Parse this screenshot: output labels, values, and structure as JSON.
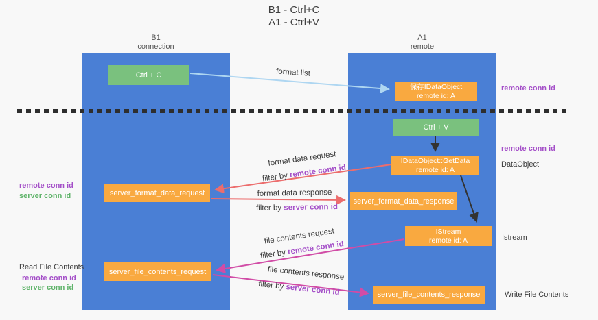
{
  "title": {
    "line1": "B1 - Ctrl+C",
    "line2": "A1 - Ctrl+V"
  },
  "columns": {
    "left": {
      "name": "B1",
      "role": "connection"
    },
    "right": {
      "name": "A1",
      "role": "remote"
    }
  },
  "nodes": {
    "ctrl_c": {
      "label": "Ctrl + C"
    },
    "ctrl_v": {
      "label": "Ctrl + V"
    },
    "save_idataobject": {
      "line1": "保存IDataObject",
      "line2": "remote id: A"
    },
    "getdata": {
      "line1": "IDataObject::GetData",
      "line2": "remote id: A"
    },
    "istream": {
      "line1": "IStream",
      "line2": "remote id: A"
    },
    "format_request": {
      "label": "server_format_data_request"
    },
    "format_response": {
      "label": "server_format_data_response"
    },
    "file_request": {
      "label": "server_file_contents_request"
    },
    "file_response": {
      "label": "server_file_contents_response"
    }
  },
  "arrows": {
    "format_list": {
      "label": "format list"
    },
    "format_data_request": {
      "label": "format data request",
      "filter_prefix": "filter by ",
      "filter_value": "remote conn id"
    },
    "format_data_response": {
      "label": "format data response",
      "filter_prefix": "filter by ",
      "filter_value": "server conn id"
    },
    "file_contents_request": {
      "label": "file contents request",
      "filter_prefix": "filter by ",
      "filter_value": "remote conn id"
    },
    "file_contents_response": {
      "label": "file contents response",
      "filter_prefix": "filter by ",
      "filter_value": "server conn id"
    }
  },
  "side_labels": {
    "remote_conn_id_top": "remote conn id",
    "remote_conn_id_mid": "remote conn id",
    "dataobject": "DataObject",
    "istream": "Istream",
    "write_file_contents": "Write File Contents",
    "read_file_contents": "Read File Contents",
    "format_remote_conn_id": "remote conn id",
    "format_server_conn_id": "server conn id",
    "file_remote_conn_id": "remote conn id",
    "file_server_conn_id": "server conn id"
  },
  "colors": {
    "background": "#f8f8f8",
    "lifeline_blue": "#4a7fd5",
    "node_green": "#7ac17e",
    "node_orange": "#f9a940",
    "arrow_light_blue": "#aed6f1",
    "arrow_red": "#ec6d6d",
    "arrow_magenta": "#d14ca6",
    "arrow_black": "#333333",
    "text_purple": "#a44fc8",
    "text_green": "#5fb36a",
    "text_dark": "#3c3c3c"
  }
}
